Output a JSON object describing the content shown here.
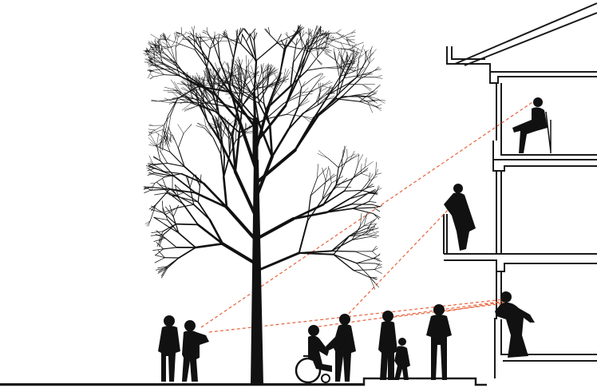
{
  "palette": {
    "background": "#ffffff",
    "silhouette": "#111111",
    "building_line": "#1a1a1a",
    "sightline": "#e8623a"
  },
  "elements": {
    "tree": "bare-deciduous-tree",
    "building": "multi-storey-building-section",
    "people": [
      "pedestrian-pair-left",
      "wheelchair-user",
      "companion-standing",
      "adult-with-child",
      "standing-man",
      "woman-on-upper-balcony",
      "man-in-chair-top-floor",
      "woman-at-ground-floor-window"
    ],
    "sightlines": 6
  }
}
